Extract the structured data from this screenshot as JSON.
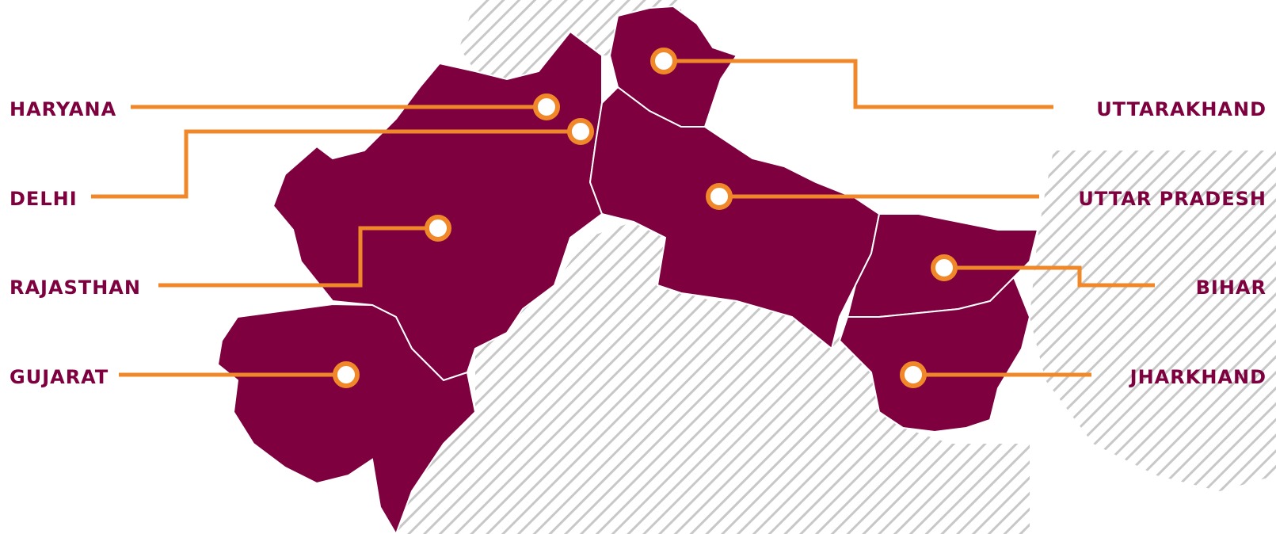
{
  "map": {
    "colors": {
      "region_fill": "#7e003f",
      "accent": "#f0882a",
      "hatch": "#c8c8c8",
      "border": "#ffffff",
      "label": "#7e003f",
      "background": "#ffffff"
    },
    "states": [
      {
        "id": "haryana",
        "label": "HARYANA",
        "side": "left"
      },
      {
        "id": "delhi",
        "label": "DELHI",
        "side": "left"
      },
      {
        "id": "rajasthan",
        "label": "RAJASTHAN",
        "side": "left"
      },
      {
        "id": "gujarat",
        "label": "GUJARAT",
        "side": "left"
      },
      {
        "id": "uttarakhand",
        "label": "UTTARAKHAND",
        "side": "right"
      },
      {
        "id": "uttar-pradesh",
        "label": "UTTAR PRADESH",
        "side": "right"
      },
      {
        "id": "bihar",
        "label": "BIHAR",
        "side": "right"
      },
      {
        "id": "jharkhand",
        "label": "JHARKHAND",
        "side": "right"
      }
    ]
  }
}
